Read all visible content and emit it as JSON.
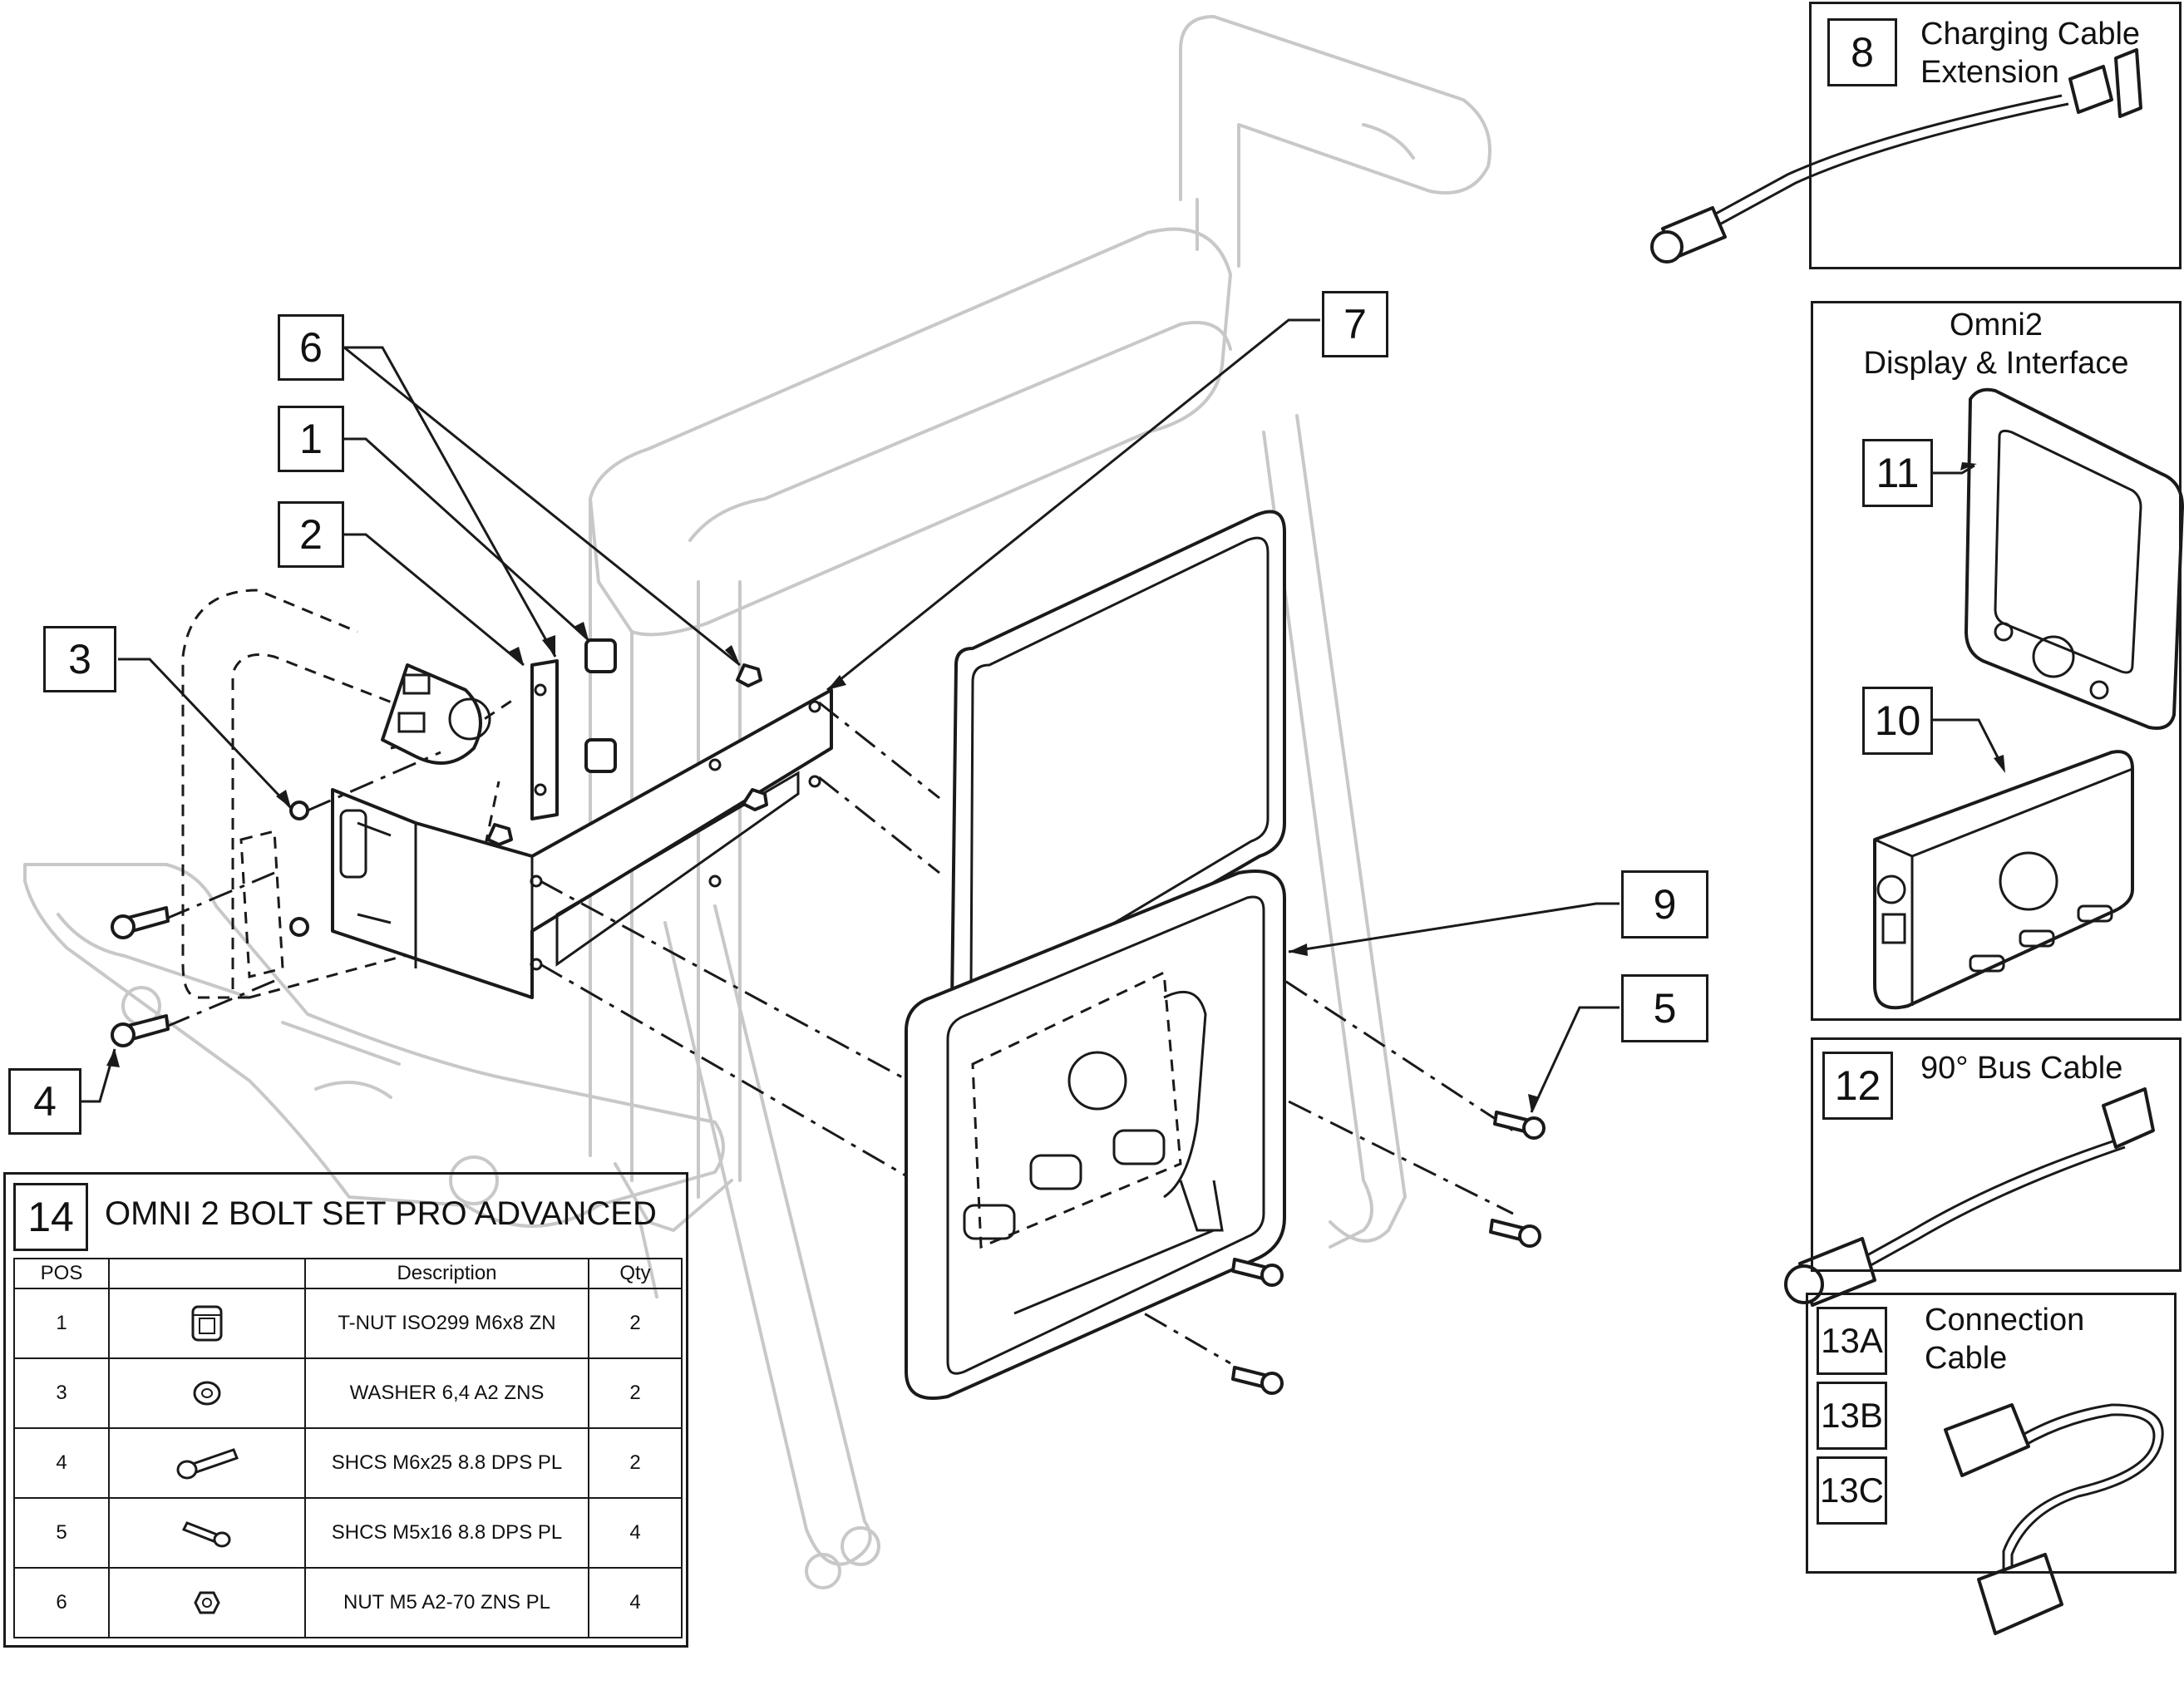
{
  "callouts": {
    "c1": "1",
    "c2": "2",
    "c3": "3",
    "c4": "4",
    "c5": "5",
    "c6": "6",
    "c7": "7",
    "c9": "9"
  },
  "panels": {
    "charging": {
      "number": "8",
      "title": "Charging Cable Extension",
      "title_line1": "Charging Cable",
      "title_line2": "Extension"
    },
    "display": {
      "title_line1": "Omni2",
      "title_line2": "Display & Interface",
      "number_display": "11",
      "number_module": "10"
    },
    "bus": {
      "number": "12",
      "title": "90° Bus Cable"
    },
    "connection": {
      "numbers": [
        "13A",
        "13B",
        "13C"
      ],
      "title_line1": "Connection",
      "title_line2": "Cable"
    }
  },
  "bom": {
    "number": "14",
    "title": "OMNI 2 BOLT SET PRO ADVANCED",
    "headers": [
      "POS",
      "",
      "Description",
      "Qty"
    ],
    "rows": [
      {
        "pos": "1",
        "icon": "t-nut-icon",
        "description": "T-NUT ISO299 M6x8 ZN",
        "qty": "2"
      },
      {
        "pos": "3",
        "icon": "washer-icon",
        "description": "WASHER 6,4 A2 ZNS",
        "qty": "2"
      },
      {
        "pos": "4",
        "icon": "long-bolt-icon",
        "description": "SHCS M6x25 8.8 DPS PL",
        "qty": "2"
      },
      {
        "pos": "5",
        "icon": "short-bolt-icon",
        "description": "SHCS M5x16 8.8 DPS PL",
        "qty": "4"
      },
      {
        "pos": "6",
        "icon": "nut-icon",
        "description": "NUT M5 A2-70 ZNS PL",
        "qty": "4"
      }
    ]
  }
}
